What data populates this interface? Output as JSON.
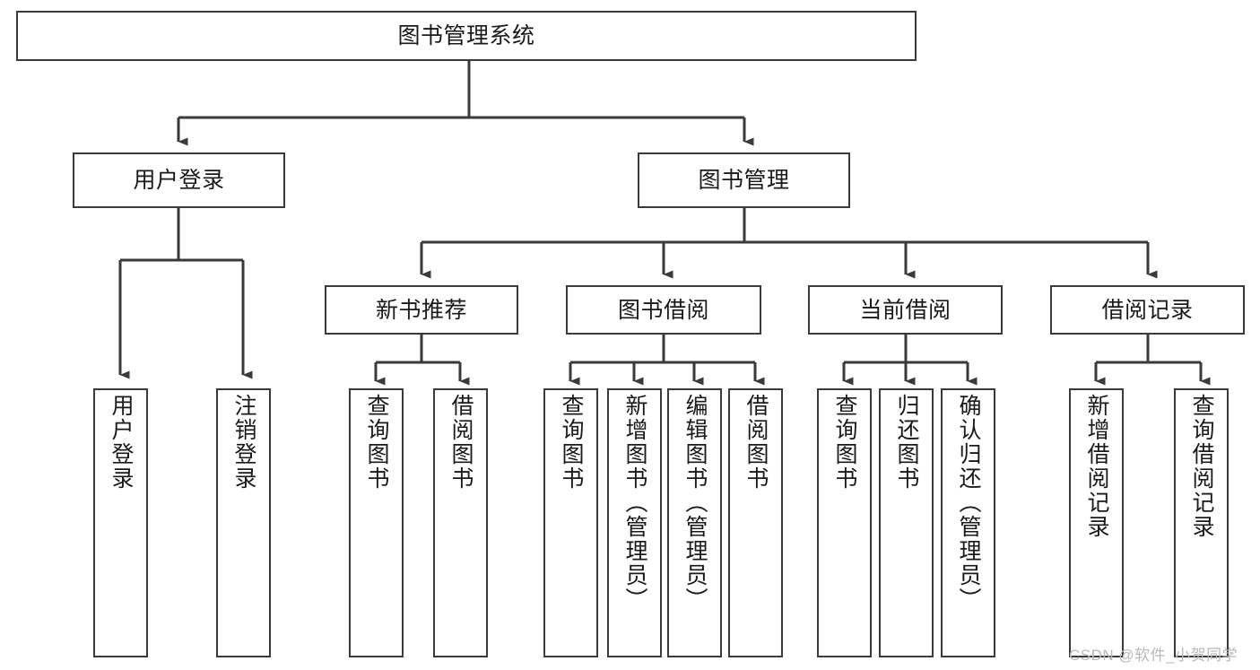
{
  "diagram": {
    "title": "图书管理系统",
    "type": "hierarchy-tree",
    "root": {
      "id": "root",
      "label": "图书管理系统"
    },
    "level2": [
      {
        "id": "user-login",
        "label": "用户登录"
      },
      {
        "id": "book-management",
        "label": "图书管理"
      }
    ],
    "level3": [
      {
        "id": "new-book-recommend",
        "label": "新书推荐"
      },
      {
        "id": "book-borrow",
        "label": "图书借阅"
      },
      {
        "id": "current-borrow",
        "label": "当前借阅"
      },
      {
        "id": "borrow-record",
        "label": "借阅记录"
      }
    ],
    "leaves": {
      "user_login": [
        {
          "id": "leaf-user-login",
          "label": "用户登录"
        },
        {
          "id": "leaf-logout-login",
          "label": "注销登录"
        }
      ],
      "new_book_recommend": [
        {
          "id": "leaf-query-book-1",
          "label": "查询图书"
        },
        {
          "id": "leaf-borrow-book-1",
          "label": "借阅图书"
        }
      ],
      "book_borrow": [
        {
          "id": "leaf-query-book-2",
          "label": "查询图书"
        },
        {
          "id": "leaf-add-book",
          "label": "新增图书（管理员）"
        },
        {
          "id": "leaf-edit-book",
          "label": "编辑图书（管理员）"
        },
        {
          "id": "leaf-borrow-book-2",
          "label": "借阅图书"
        }
      ],
      "current_borrow": [
        {
          "id": "leaf-query-book-3",
          "label": "查询图书"
        },
        {
          "id": "leaf-return-book",
          "label": "归还图书"
        },
        {
          "id": "leaf-confirm-return",
          "label": "确认归还（管理员）"
        }
      ],
      "borrow_record": [
        {
          "id": "leaf-add-borrow-record",
          "label": "新增借阅记录"
        },
        {
          "id": "leaf-query-borrow-record",
          "label": "查询借阅记录"
        }
      ]
    }
  },
  "watermark": {
    "text": "CSDN @软件_小贺同学"
  },
  "colors": {
    "border": "#3a3a3a",
    "background": "#ffffff",
    "text": "#1a1a1a",
    "watermark": "#b9b9b9"
  }
}
